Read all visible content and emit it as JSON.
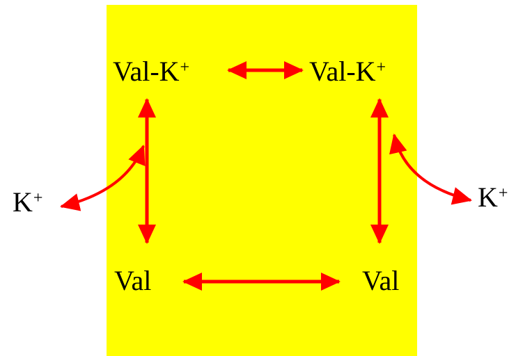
{
  "diagram": {
    "colors": {
      "membrane": "#ffff00",
      "arrow": "#ff0000",
      "text": "#000000",
      "background": "#ffffff"
    },
    "labels": {
      "top_left": {
        "base": "Val-K",
        "charge": "+"
      },
      "top_right": {
        "base": "Val-K",
        "charge": "+"
      },
      "bottom_left": {
        "base": "Val"
      },
      "bottom_right": {
        "base": "Val"
      },
      "outer_left": {
        "base": "K",
        "charge": "+"
      },
      "outer_right": {
        "base": "K",
        "charge": "+"
      }
    }
  }
}
